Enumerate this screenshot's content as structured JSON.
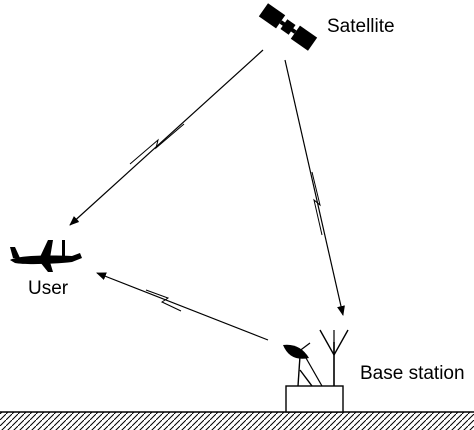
{
  "labels": {
    "satellite": "Satellite",
    "user": "User",
    "base_station": "Base station"
  },
  "colors": {
    "stroke": "#000000",
    "background": "#ffffff"
  },
  "icons": {
    "satellite": "satellite-icon",
    "user": "airplane-icon",
    "base_station": "base-station-icon"
  }
}
